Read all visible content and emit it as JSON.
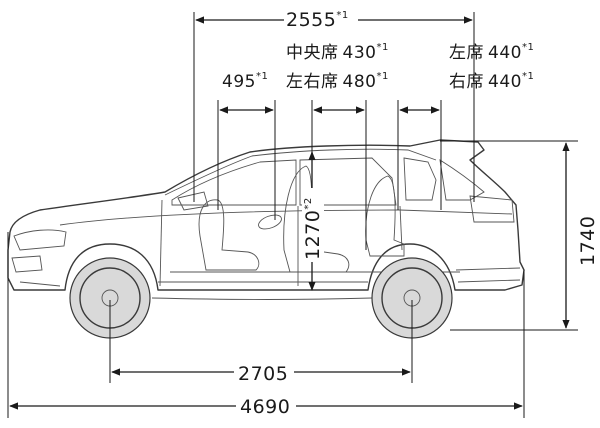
{
  "dimensions": {
    "overall_length": "4690",
    "wheelbase": "2705",
    "overall_height": "1740",
    "interior_length": "2555",
    "interior_length_note": "*1",
    "interior_height": "1270",
    "interior_height_note": "*2",
    "front_seat_gap": "495",
    "front_seat_gap_note": "*1",
    "middle_center_label": "中央席",
    "middle_center_value": "430",
    "middle_center_note": "*1",
    "middle_side_label": "左右席",
    "middle_side_value": "480",
    "middle_side_note": "*1",
    "rear_left_label": "左席",
    "rear_left_value": "440",
    "rear_left_note": "*1",
    "rear_right_label": "右席",
    "rear_right_value": "440",
    "rear_right_note": "*1"
  },
  "colors": {
    "line": "#1a1a1a",
    "body_outline": "#3a3a3a",
    "tire_fill": "#d9d9d9",
    "background": "#ffffff"
  }
}
